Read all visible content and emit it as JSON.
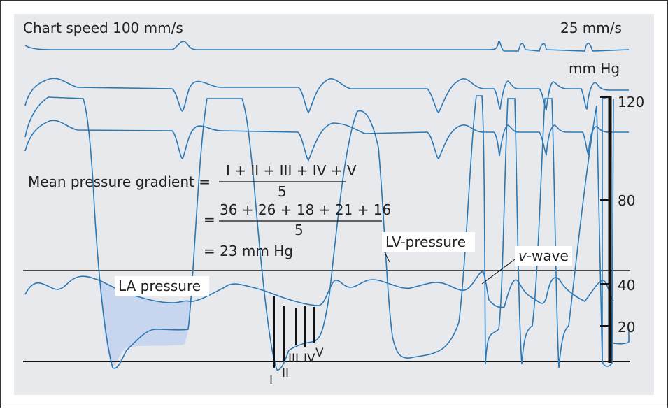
{
  "header": {
    "chart_speed": "Chart speed 100 mm/s",
    "chart_speed_right": "25 mm/s",
    "unit": "mm Hg"
  },
  "scale": {
    "ticks": [
      "120",
      "80",
      "40",
      "20"
    ]
  },
  "formula": {
    "lhs": "Mean pressure gradient =",
    "num1": "I + II + III + IV + V",
    "den1": "5",
    "eq2": "=",
    "num2": "36 + 26 + 18 + 21 + 16",
    "den2": "5",
    "result": "= 23 mm Hg"
  },
  "labels": {
    "lv": "LV-pressure",
    "la": "LA pressure",
    "vwave_italic": "v",
    "vwave_rest": "-wave"
  },
  "segments": [
    "I",
    "II",
    "III",
    "IV",
    "V"
  ],
  "colors": {
    "trace": "#2b78b5",
    "fill": "#c7d5ee",
    "panel": "#e7e9ec"
  }
}
